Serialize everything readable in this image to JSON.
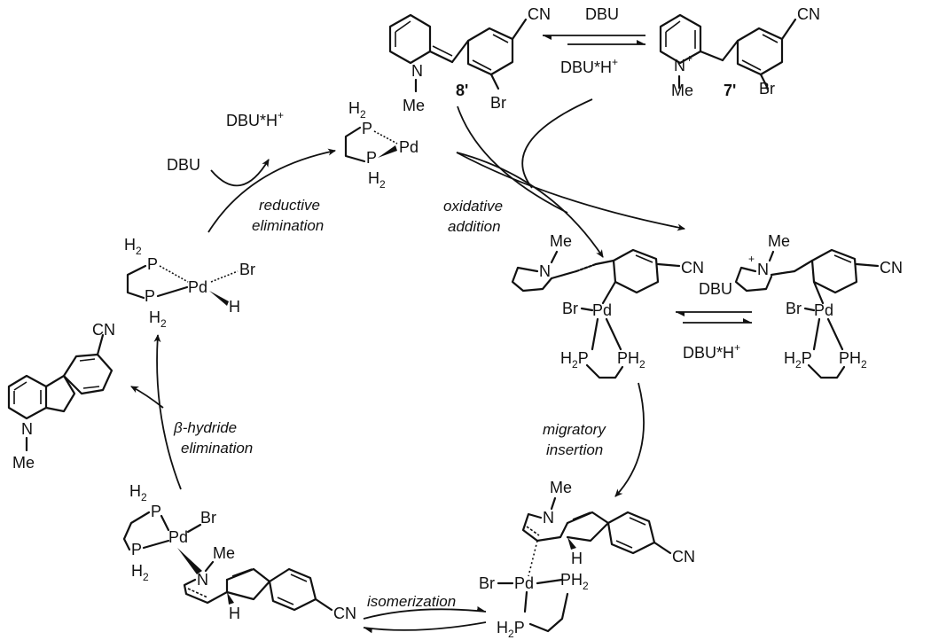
{
  "diagram": {
    "colors": {
      "ink": "#111111",
      "background": "#ffffff"
    },
    "compounds": {
      "c8": {
        "label": "8'",
        "n_sub": "Me",
        "nitrile": "CN",
        "halogen": "Br"
      },
      "c7": {
        "label": "7'",
        "n_sub": "Me",
        "nitrile": "CN",
        "halogen": "Br",
        "charge": "+"
      },
      "pd0": {
        "metal": "Pd",
        "p_top": "P",
        "p_bot": "P",
        "h2": "H2"
      },
      "pdh": {
        "metal": "Pd",
        "p_top": "P",
        "p_bot": "P",
        "h2": "H2",
        "br": "Br",
        "h": "H"
      },
      "oa_neutral": {
        "n_sub": "Me",
        "nitrile": "CN",
        "metal": "Pd",
        "br": "Br",
        "ph2": "PH2",
        "h2p": "H2P"
      },
      "oa_cation": {
        "n_sub": "Me",
        "nitrile": "CN",
        "metal": "Pd",
        "br": "Br",
        "ph2": "PH2",
        "h2p": "H2P",
        "charge": "+"
      },
      "product": {
        "n_sub": "Me",
        "nitrile": "CN"
      },
      "mi_complex": {
        "n_sub": "Me",
        "nitrile": "CN",
        "metal": "Pd",
        "br": "Br",
        "ph2": "PH2",
        "h2p": "H2P",
        "h": "H"
      },
      "iso_complex": {
        "n_sub": "Me",
        "nitrile": "CN",
        "metal": "Pd",
        "br": "Br",
        "p": "P",
        "h2": "H2",
        "h": "H"
      }
    },
    "reagents": {
      "dbu": "DBU",
      "dbuh_base": "DBU*H",
      "plus": "+"
    },
    "steps": {
      "reductive_1": "reductive",
      "reductive_2": "elimination",
      "oxidative_1": "oxidative",
      "oxidative_2": "addition",
      "migratory_1": "migratory",
      "migratory_2": "insertion",
      "beta_1": "β-hydride",
      "beta_2": "elimination",
      "isomerization": "isomerization"
    }
  }
}
